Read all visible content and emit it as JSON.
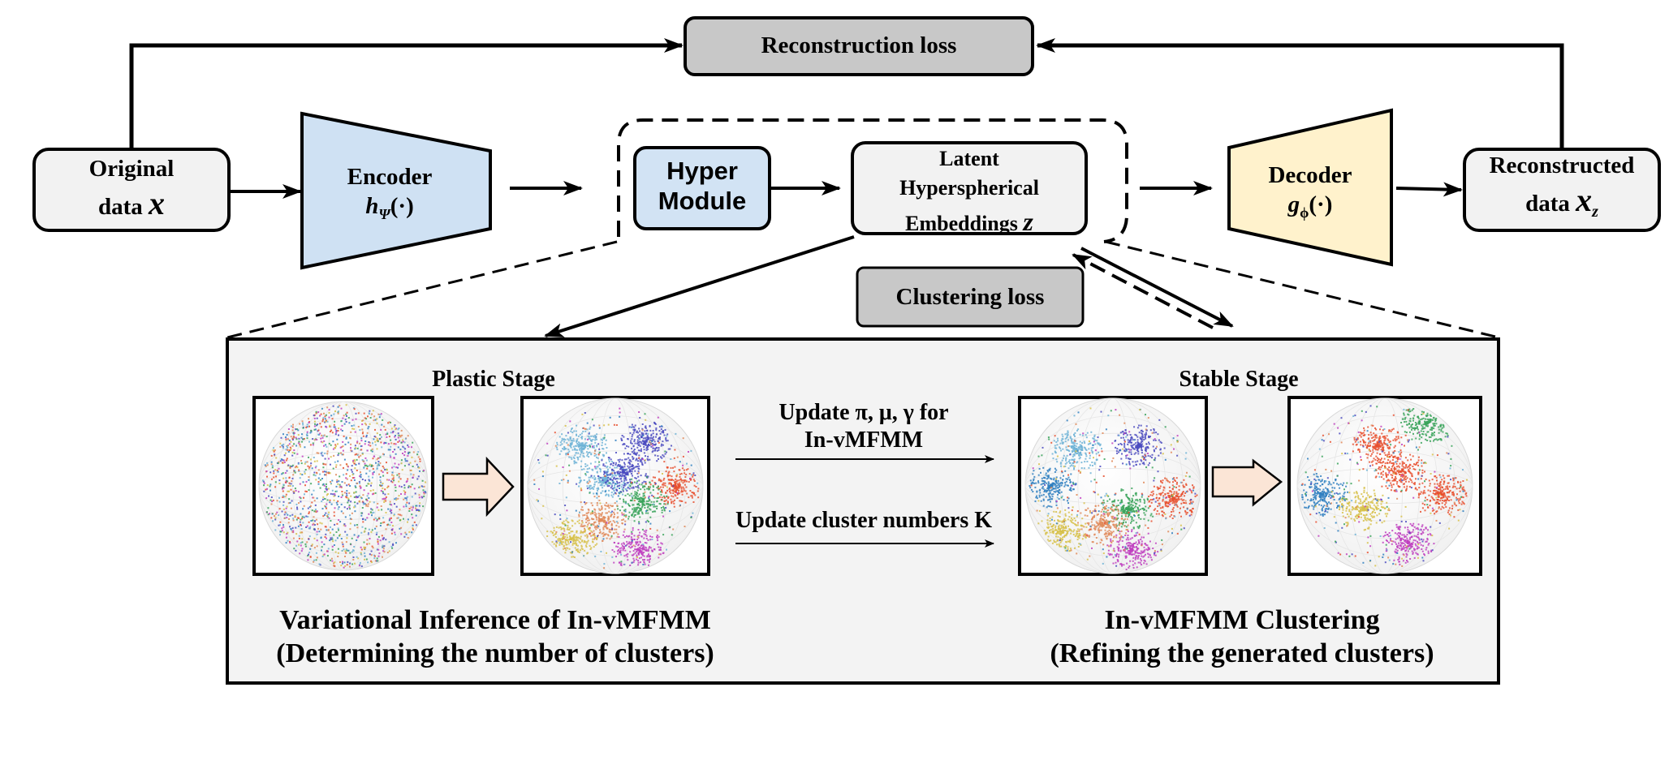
{
  "top": {
    "reconstruction_loss": "Reconstruction loss",
    "original_data": [
      "Original",
      "data"
    ],
    "original_symbol": "x",
    "encoder": "Encoder",
    "encoder_fn": "h",
    "encoder_sub": "Ψ",
    "fn_arg": "(·)",
    "hyper_module": [
      "Hyper",
      "Module"
    ],
    "latent": [
      "Latent",
      "Hyperspherical",
      "Embeddings"
    ],
    "latent_symbol": "z",
    "decoder": "Decoder",
    "decoder_fn": "g",
    "decoder_sub": "ϕ",
    "reconstructed_data": [
      "Reconstructed",
      "data"
    ],
    "reconstructed_symbol": "x",
    "reconstructed_sub": "z",
    "clustering_loss": "Clustering loss"
  },
  "stages": {
    "plastic": "Plastic Stage",
    "stable": "Stable Stage",
    "update_params": [
      "Update π, μ, γ for",
      "In-vMFMM"
    ],
    "update_k": "Update cluster numbers K",
    "left_caption": [
      "Variational Inference of In-vMFMM",
      "(Determining the number of clusters)"
    ],
    "right_caption": [
      "In-vMFMM Clustering",
      "(Refining the generated clusters)"
    ]
  },
  "colors": {
    "gray_box": "#c8c8c8",
    "light_box": "#f2f2f2",
    "encoder_blue": "#cfe1f3",
    "hyper_blue": "#d2e3f4",
    "decoder_yellow": "#fff2cc",
    "arrow_fill": "#fbe5d6",
    "panel_bg": "#f3f3f3",
    "clusters": [
      "#e8502f",
      "#4b4bbf",
      "#6fb3d6",
      "#3aa35a",
      "#d7c14a",
      "#c040c0",
      "#2f7fc0",
      "#e08a5a"
    ]
  }
}
